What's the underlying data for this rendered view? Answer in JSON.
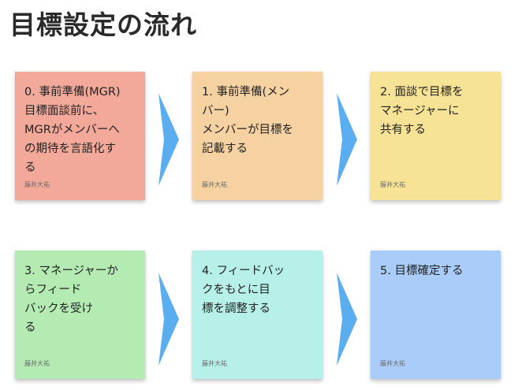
{
  "board": {
    "title": "目標設定の流れ"
  },
  "colors": {
    "salmon": "#f3a99a",
    "orange": "#f6d1a2",
    "yellow": "#f7e395",
    "green": "#b4ebb3",
    "teal": "#b6f0e9",
    "blue": "#a9ccf8",
    "arrow": "#5aaeef"
  },
  "stickies": [
    {
      "text": "0. 事前準備(MGR)\n目標面談前に、\nMGRがメンバーへ\nの期待を言語化す\nる",
      "author": "藤井大祐",
      "color": "salmon"
    },
    {
      "text": " 1. 事前準備(メン\n     バー)\nメンバーが目標を\n記載する",
      "author": "藤井大祐",
      "color": "orange"
    },
    {
      "text": " 2. 面談で目標を\n     マネージャーに\n     共有する",
      "author": "藤井大祐",
      "color": "yellow"
    },
    {
      "text": " 3. マネージャーか\n     らフィード\n     バックを受け\n     る",
      "author": "藤井大祐",
      "color": "green"
    },
    {
      "text": " 4. フィードバッ\n     クをもとに目\n     標を調整する",
      "author": "藤井大祐",
      "color": "teal"
    },
    {
      "text": " 5. 目標確定する",
      "author": "藤井大祐",
      "color": "blue"
    }
  ],
  "connectors": [
    {
      "icon": "chevron-arrow-right-icon"
    },
    {
      "icon": "chevron-arrow-right-icon"
    },
    {
      "icon": "chevron-arrow-right-icon"
    },
    {
      "icon": "chevron-arrow-right-icon"
    }
  ]
}
